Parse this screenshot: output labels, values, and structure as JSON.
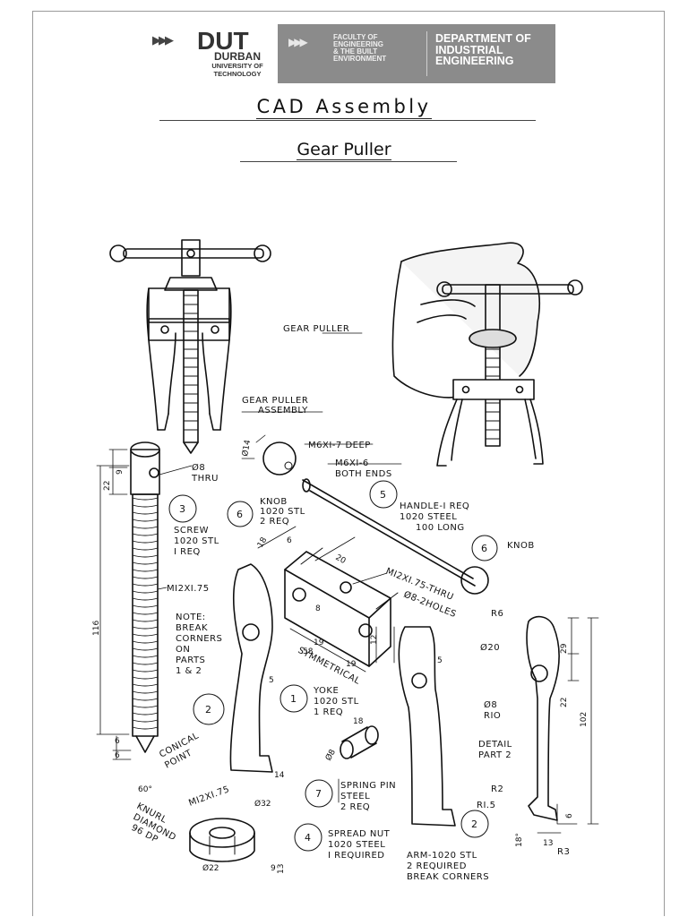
{
  "header": {
    "logo_word": "DUT",
    "logo_line1": "DURBAN",
    "logo_line2": "UNIVERSITY OF",
    "logo_line3": "TECHNOLOGY",
    "faculty_lines": [
      "FACULTY OF",
      "ENGINEERING",
      "& THE BUILT",
      "ENVIRONMENT"
    ],
    "department_lines": [
      "DEPARTMENT OF",
      "INDUSTRIAL",
      "ENGINEERING"
    ]
  },
  "title": "CAD Assembly",
  "subtitle": "Gear Puller",
  "labels": {
    "gear_puller": "GEAR PULLER",
    "assembly_1": "GEAR PULLER",
    "assembly_2": "ASSEMBLY",
    "m6x1_7": "M6XI-7 DEEP",
    "m6x1_6": "M6XI-6",
    "both_ends": "BOTH ENDS",
    "dia8": "Ø8",
    "thru": "THRU",
    "dia14": "Ø14",
    "knob_1": "KNOB",
    "knob_2": "1020 STL",
    "knob_3": "2 REQ",
    "screw_1": "SCREW",
    "screw_2": "1020 STL",
    "screw_3": "I REQ",
    "handle_1": "HANDLE-I REQ",
    "handle_2": "1020 STEEL",
    "handle_3": "100 LONG",
    "knob_right": "KNOB",
    "m12_thread": "MI2XI.75",
    "m12_thru": "MI2XI.75-THRU",
    "dia8_holes": "Ø8-2HOLES",
    "note_1": "NOTE:",
    "note_2": "BREAK",
    "note_3": "CORNERS",
    "note_4": "ON",
    "note_5": "PARTS",
    "note_6": "1 & 2",
    "symmetrical": "SYMMETRICAL",
    "yoke_1": "YOKE",
    "yoke_2": "1020 STL",
    "yoke_3": "1 REQ",
    "conical_1": "CONICAL",
    "conical_2": "POINT",
    "spring_1": "SPRING PIN",
    "spring_2": "STEEL",
    "spring_3": "2 REQ",
    "nut_1": "SPREAD NUT",
    "nut_2": "1020 STEEL",
    "nut_3": "I REQUIRED",
    "arm_1": "ARM-1020 STL",
    "arm_2": "2 REQUIRED",
    "arm_3": "BREAK CORNERS",
    "knurl_1": "KNURL",
    "knurl_2": "DIAMOND",
    "knurl_3": "96 DP",
    "m12_nut": "MI2XI.75",
    "detail_1": "DETAIL",
    "detail_2": "PART 2",
    "r6": "R6",
    "dia20": "Ø20",
    "dia8_detail": "Ø8",
    "r10": "RIO",
    "r2": "R2",
    "r15": "RI.5",
    "r3": "R3"
  },
  "balloons": [
    "3",
    "6",
    "5",
    "6",
    "2",
    "1",
    "7",
    "4",
    "2"
  ],
  "dimensions": {
    "d9": "9",
    "d22": "22",
    "d116": "116",
    "d6a": "6",
    "d6b": "6",
    "d60": "60°",
    "d18": "18",
    "d6c": "6",
    "d20": "20",
    "d8": "8",
    "d19a": "19",
    "d58": "58",
    "d19b": "19",
    "d12": "12",
    "d5a": "5",
    "d5b": "5",
    "d18b": "18",
    "dia8pin": "Ø8",
    "d14": "14",
    "dia32": "Ø32",
    "dia22": "Ø22",
    "d9b": "9",
    "d13": "13",
    "d29": "29",
    "d22b": "22",
    "d102": "102",
    "d6d": "6",
    "d13b": "13",
    "d18deg": "18°"
  }
}
